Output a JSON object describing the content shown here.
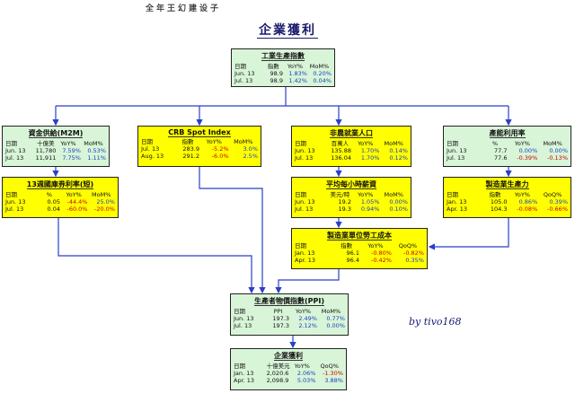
{
  "page_title": "企業獲利",
  "top_fragment": "全年王幻建设子",
  "author": "by tivo168",
  "cards": {
    "industrial_production": {
      "title": "工業生產指數",
      "headers": [
        "日期",
        "指數",
        "YoY%",
        "MoM%"
      ],
      "rows": [
        [
          "Jun. 13",
          "98.9",
          "1.83%",
          "0.20%"
        ],
        [
          "Jul. 13",
          "98.9",
          "1.42%",
          "0.04%"
        ]
      ]
    },
    "money_supply": {
      "title": "資金供給(M2M)",
      "headers": [
        "日期",
        "十億美",
        "YoY%",
        "MoM%"
      ],
      "rows": [
        [
          "Jun. 13",
          "11,780",
          "7.59%",
          "0.53%"
        ],
        [
          "Jul. 13",
          "11,911",
          "7.75%",
          "1.11%"
        ]
      ]
    },
    "crb": {
      "title": "CRB Spot Index",
      "headers": [
        "日期",
        "指數",
        "YoY%",
        "MoM%"
      ],
      "rows": [
        [
          "Jul. 13",
          "283.9",
          "-5.2%",
          "3.0%"
        ],
        [
          "Aug. 13",
          "291.2",
          "-6.0%",
          "2.5%"
        ]
      ]
    },
    "nonfarm": {
      "title": "非農就業人口",
      "headers": [
        "日期",
        "百萬人",
        "YoY%",
        "MoM%"
      ],
      "rows": [
        [
          "Jun. 13",
          "135.88",
          "1.70%",
          "0.14%"
        ],
        [
          "Jul. 13",
          "136.04",
          "1.70%",
          "0.12%"
        ]
      ]
    },
    "capacity": {
      "title": "產能利用率",
      "headers": [
        "日期",
        "%",
        "YoY%",
        "MoM%"
      ],
      "rows": [
        [
          "Jun. 13",
          "77.7",
          "0.00%",
          "0.00%"
        ],
        [
          "Jul. 13",
          "77.6",
          "-0.39%",
          "-0.13%"
        ]
      ]
    },
    "tbill": {
      "title": "13週國庫券利率(短)",
      "headers": [
        "日期",
        "%",
        "YoY%",
        "MoM%"
      ],
      "rows": [
        [
          "Jun. 13",
          "0.05",
          "-44.4%",
          "25.0%"
        ],
        [
          "Jul. 13",
          "0.04",
          "-60.0%",
          "-20.0%"
        ]
      ]
    },
    "hourly_wage": {
      "title": "平均每小時薪資",
      "headers": [
        "日期",
        "美元/時",
        "YoY%",
        "MoM%"
      ],
      "rows": [
        [
          "Jun. 13",
          "19.2",
          "1.05%",
          "0.00%"
        ],
        [
          "Jul. 13",
          "19.3",
          "0.94%",
          "0.10%"
        ]
      ]
    },
    "productivity": {
      "title": "製造業生產力",
      "headers": [
        "日期",
        "指數",
        "YoY%",
        "QoQ%"
      ],
      "rows": [
        [
          "Jan. 13",
          "105.0",
          "0.86%",
          "0.39%"
        ],
        [
          "Apr. 13",
          "104.3",
          "-0.08%",
          "-0.66%"
        ]
      ]
    },
    "unit_labor": {
      "title": "製造業單位勞工成本",
      "headers": [
        "日期",
        "指數",
        "YoY%",
        "QoQ%"
      ],
      "rows": [
        [
          "Jan. 13",
          "96.1",
          "-0.80%",
          "-0.82%"
        ],
        [
          "Apr. 13",
          "96.4",
          "-0.42%",
          "0.35%"
        ]
      ]
    },
    "ppi": {
      "title": "生產者物價指數(PPI)",
      "headers": [
        "日期",
        "PPI",
        "YoY%",
        "MoM%"
      ],
      "rows": [
        [
          "Jun. 13",
          "197.3",
          "2.49%",
          "0.77%"
        ],
        [
          "Jul. 13",
          "197.3",
          "2.12%",
          "0.00%"
        ]
      ]
    },
    "profits": {
      "title": "企業獲利",
      "headers": [
        "日期",
        "十億美元",
        "YoY%",
        "QoQ%"
      ],
      "rows": [
        [
          "Jan. 13",
          "2,020.6",
          "2.06%",
          "-1.30%"
        ],
        [
          "Apr. 13",
          "2,098.9",
          "5.03%",
          "3.88%"
        ]
      ]
    }
  },
  "colors": {
    "wire": "#2a3fc9",
    "green_card": "#d8f5d8",
    "yellow_card": "#ffff00",
    "positive": "#1f3fc0",
    "negative": "#d00000"
  }
}
